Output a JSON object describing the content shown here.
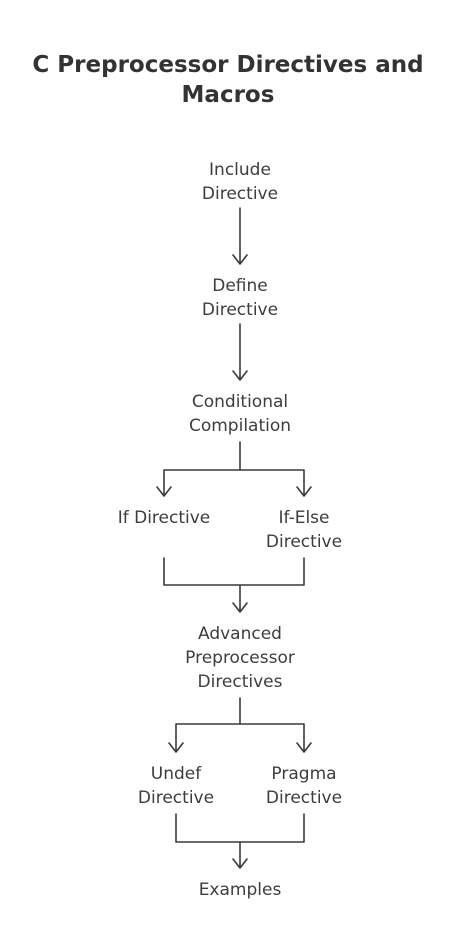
{
  "title": {
    "line1": "C Preprocessor Directives and",
    "line2": "Macros"
  },
  "nodes": {
    "include": [
      "Include",
      "Directive"
    ],
    "define": [
      "Define",
      "Directive"
    ],
    "conditional": [
      "Conditional",
      "Compilation"
    ],
    "if": [
      "If Directive"
    ],
    "ifelse": [
      "If-Else",
      "Directive"
    ],
    "advanced": [
      "Advanced",
      "Preprocessor",
      "Directives"
    ],
    "undef": [
      "Undef",
      "Directive"
    ],
    "pragma": [
      "Pragma",
      "Directive"
    ],
    "examples": [
      "Examples"
    ]
  },
  "edges": [
    {
      "from": "include",
      "to": "define"
    },
    {
      "from": "define",
      "to": "conditional"
    },
    {
      "from": "conditional",
      "to": "if"
    },
    {
      "from": "conditional",
      "to": "ifelse"
    },
    {
      "from": "if",
      "to": "advanced"
    },
    {
      "from": "ifelse",
      "to": "advanced"
    },
    {
      "from": "advanced",
      "to": "undef"
    },
    {
      "from": "advanced",
      "to": "pragma"
    },
    {
      "from": "undef",
      "to": "examples"
    },
    {
      "from": "pragma",
      "to": "examples"
    }
  ],
  "colors": {
    "text": "#3d3d3d",
    "line": "#3a3a3a"
  }
}
